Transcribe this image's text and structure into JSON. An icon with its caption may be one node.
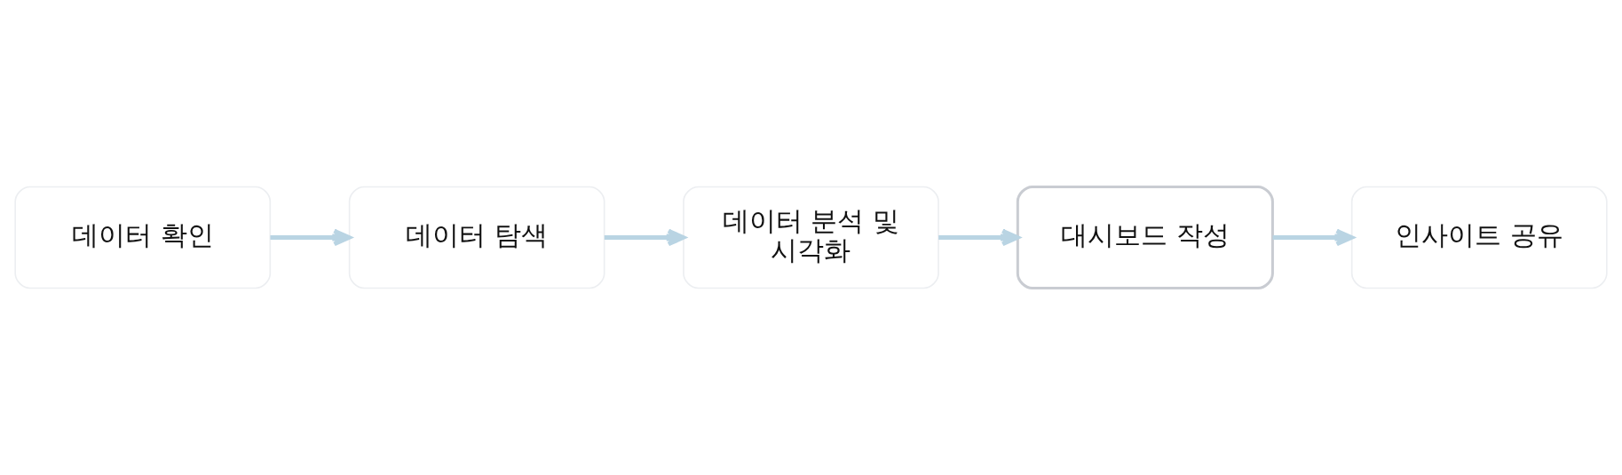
{
  "diagram": {
    "nodes": [
      {
        "text": [
          "데이터 확인"
        ]
      },
      {
        "text": [
          "데이터 탐색"
        ]
      },
      {
        "text": [
          "데이터 분석 및 시각화"
        ]
      },
      {
        "text": [
          "대시보드 작성"
        ]
      },
      {
        "text": [
          "인사이트 공유"
        ]
      }
    ],
    "edges": [
      {
        "from": 0,
        "to": 1,
        "arrow": "to"
      },
      {
        "from": 1,
        "to": 2,
        "arrow": "to"
      },
      {
        "from": 2,
        "to": 3,
        "arrow": "to"
      },
      {
        "from": 3,
        "to": 4,
        "arrow": "to"
      }
    ]
  }
}
